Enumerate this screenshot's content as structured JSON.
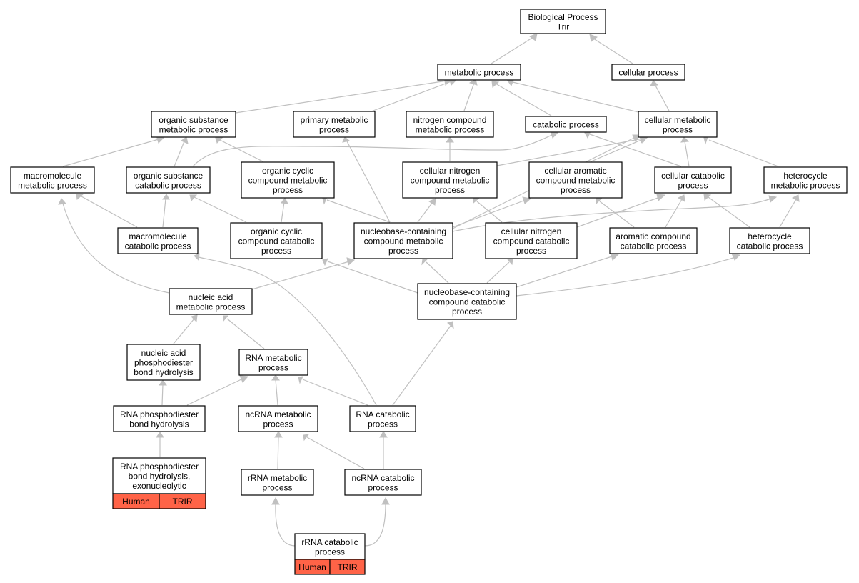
{
  "graph": {
    "tag_color": "#ff6347",
    "edge_color": "#c0c0c0",
    "nodes": [
      {
        "id": "bp",
        "lines": [
          "Biological Process",
          "Trir"
        ]
      },
      {
        "id": "metab",
        "lines": [
          "metabolic process"
        ]
      },
      {
        "id": "cellproc",
        "lines": [
          "cellular process"
        ]
      },
      {
        "id": "orgsub_metab",
        "lines": [
          "organic substance",
          "metabolic process"
        ]
      },
      {
        "id": "prim_metab",
        "lines": [
          "primary metabolic",
          "process"
        ]
      },
      {
        "id": "nitro_metab",
        "lines": [
          "nitrogen compound",
          "metabolic process"
        ]
      },
      {
        "id": "catab",
        "lines": [
          "catabolic process"
        ]
      },
      {
        "id": "cell_metab",
        "lines": [
          "cellular metabolic",
          "process"
        ]
      },
      {
        "id": "macro_metab",
        "lines": [
          "macromolecule",
          "metabolic process"
        ]
      },
      {
        "id": "orgsub_catab",
        "lines": [
          "organic substance",
          "catabolic process"
        ]
      },
      {
        "id": "orgcyc_metab",
        "lines": [
          "organic cyclic",
          "compound metabolic",
          "process"
        ]
      },
      {
        "id": "cellnitro_metab",
        "lines": [
          "cellular nitrogen",
          "compound metabolic",
          "process"
        ]
      },
      {
        "id": "cellarom_metab",
        "lines": [
          "cellular aromatic",
          "compound metabolic",
          "process"
        ]
      },
      {
        "id": "cell_catab",
        "lines": [
          "cellular catabolic",
          "process"
        ]
      },
      {
        "id": "hetero_metab",
        "lines": [
          "heterocycle",
          "metabolic process"
        ]
      },
      {
        "id": "macro_catab",
        "lines": [
          "macromolecule",
          "catabolic process"
        ]
      },
      {
        "id": "orgcyc_catab",
        "lines": [
          "organic cyclic",
          "compound catabolic",
          "process"
        ]
      },
      {
        "id": "nb_metab",
        "lines": [
          "nucleobase-containing",
          "compound metabolic",
          "process"
        ]
      },
      {
        "id": "cellnitro_catab",
        "lines": [
          "cellular nitrogen",
          "compound catabolic",
          "process"
        ]
      },
      {
        "id": "arom_catab",
        "lines": [
          "aromatic compound",
          "catabolic process"
        ]
      },
      {
        "id": "hetero_catab",
        "lines": [
          "heterocycle",
          "catabolic process"
        ]
      },
      {
        "id": "nucacid_metab",
        "lines": [
          "nucleic acid",
          "metabolic process"
        ]
      },
      {
        "id": "nb_catab",
        "lines": [
          "nucleobase-containing",
          "compound catabolic",
          "process"
        ]
      },
      {
        "id": "nucacid_phos",
        "lines": [
          "nucleic acid",
          "phosphodiester",
          "bond hydrolysis"
        ]
      },
      {
        "id": "rna_metab",
        "lines": [
          "RNA metabolic",
          "process"
        ]
      },
      {
        "id": "rna_phos",
        "lines": [
          "RNA phosphodiester",
          "bond hydrolysis"
        ]
      },
      {
        "id": "ncrna_metab",
        "lines": [
          "ncRNA metabolic",
          "process"
        ]
      },
      {
        "id": "rna_catab",
        "lines": [
          "RNA catabolic",
          "process"
        ]
      },
      {
        "id": "rna_phos_exo",
        "lines": [
          "RNA phosphodiester",
          "bond hydrolysis,",
          "exonucleolytic"
        ],
        "tags": [
          "Human",
          "TRIR"
        ]
      },
      {
        "id": "rrna_metab",
        "lines": [
          "rRNA metabolic",
          "process"
        ]
      },
      {
        "id": "ncrna_catab",
        "lines": [
          "ncRNA catabolic",
          "process"
        ]
      },
      {
        "id": "rrna_catab",
        "lines": [
          "rRNA catabolic",
          "process"
        ],
        "tags": [
          "Human",
          "TRIR"
        ]
      }
    ]
  }
}
